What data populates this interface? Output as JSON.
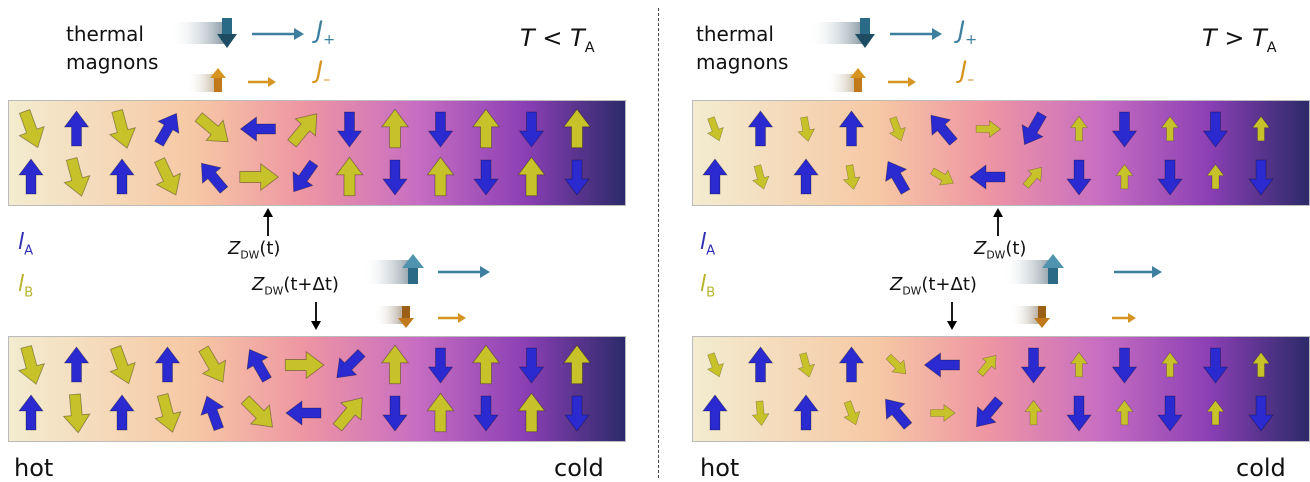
{
  "left": {
    "legend_line1": "thermal",
    "legend_line2": "magnons",
    "temperature": {
      "T": "T",
      "relation": "<",
      "TA": "T",
      "TA_sub": "A"
    },
    "j_plus": {
      "J": "J",
      "sub": "+"
    },
    "j_minus": {
      "J": "J",
      "sub": "–"
    },
    "sublattice_a": {
      "l": "l",
      "sub": "A"
    },
    "sublattice_b": {
      "l": "l",
      "sub": "B"
    },
    "zdw_t": {
      "Z": "Z",
      "sub": "DW",
      "arg": "(t)"
    },
    "zdw_tdt": {
      "Z": "Z",
      "sub": "DW",
      "arg": "(t+Δt)"
    },
    "hot": "hot",
    "cold": "cold"
  },
  "right": {
    "legend_line1": "thermal",
    "legend_line2": "magnons",
    "temperature": {
      "T": "T",
      "relation": ">",
      "TA": "T",
      "TA_sub": "A"
    },
    "j_plus": {
      "J": "J",
      "sub": "+"
    },
    "j_minus": {
      "J": "J",
      "sub": "–"
    },
    "sublattice_a": {
      "l": "l",
      "sub": "A"
    },
    "sublattice_b": {
      "l": "l",
      "sub": "B"
    },
    "zdw_t": {
      "Z": "Z",
      "sub": "DW",
      "arg": "(t)"
    },
    "zdw_tdt": {
      "Z": "Z",
      "sub": "DW",
      "arg": "(t+Δt)"
    },
    "hot": "hot",
    "cold": "cold"
  },
  "colors": {
    "sublattice_a": "#2a2ad0",
    "sublattice_b": "#c8c22a",
    "j_plus": "#3d7f9f",
    "j_minus": "#d69421"
  },
  "spin_angles": {
    "left_top_row1": [
      160,
      0,
      165,
      30,
      130,
      270,
      40,
      180,
      0,
      180,
      0,
      180,
      0
    ],
    "left_top_row2": [
      0,
      165,
      0,
      155,
      320,
      90,
      215,
      0,
      180,
      0,
      180,
      0,
      180
    ],
    "left_bottom_row1": [
      165,
      0,
      160,
      0,
      150,
      330,
      90,
      225,
      0,
      180,
      0,
      180,
      0
    ],
    "left_bottom_row2": [
      0,
      175,
      0,
      165,
      340,
      135,
      270,
      40,
      180,
      0,
      180,
      0,
      180
    ],
    "right_top_row1": [
      160,
      0,
      170,
      0,
      160,
      320,
      90,
      210,
      0,
      180,
      0,
      180,
      0
    ],
    "right_top_row2": [
      0,
      165,
      0,
      170,
      330,
      120,
      270,
      40,
      180,
      0,
      180,
      0,
      180
    ],
    "right_bottom_row1": [
      160,
      0,
      165,
      0,
      135,
      270,
      40,
      180,
      0,
      180,
      0,
      180,
      0
    ],
    "right_bottom_row2": [
      0,
      175,
      0,
      160,
      320,
      90,
      220,
      0,
      180,
      0,
      180,
      0,
      180
    ]
  }
}
